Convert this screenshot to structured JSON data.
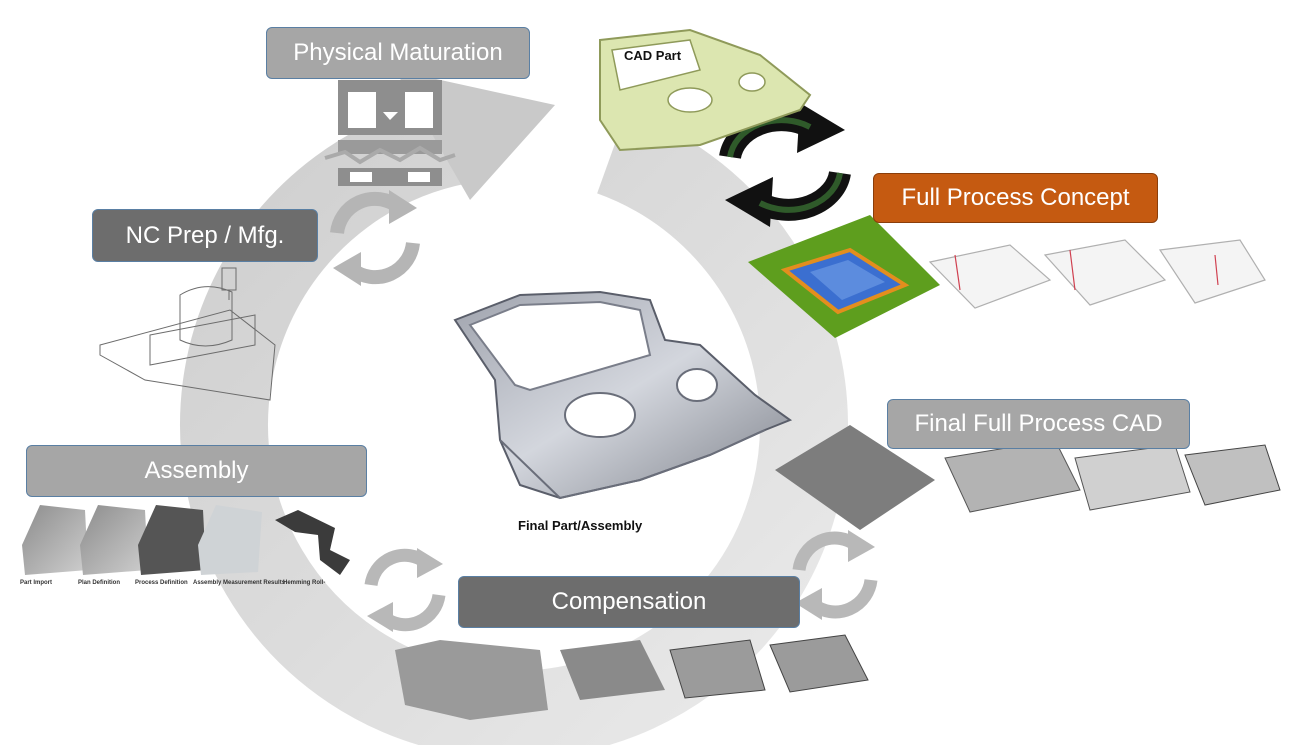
{
  "stages": {
    "physical_maturation": "Physical Maturation",
    "nc_prep": "NC Prep / Mfg.",
    "assembly": "Assembly",
    "compensation": "Compensation",
    "final_full_process_cad": "Final Full Process CAD",
    "full_process_concept": "Full Process Concept"
  },
  "captions": {
    "cad_part": "CAD Part",
    "final_part": "Final Part/Assembly"
  },
  "assembly_steps": [
    "Part Import",
    "Plan Definition",
    "Process Definition",
    "Assembly Measurement Results",
    "Hemming Roll-"
  ],
  "icons": {
    "cycle": "cycle-arrows-icon",
    "refresh": "refresh-icon"
  },
  "colors": {
    "accent_orange": "#c55a11",
    "label_gray": "#a6a6a6",
    "label_dark": "#6d6d6d",
    "cad_green": "#dce6b0",
    "concept_green": "#5e9e1e",
    "concept_blue": "#3b6fd0"
  }
}
